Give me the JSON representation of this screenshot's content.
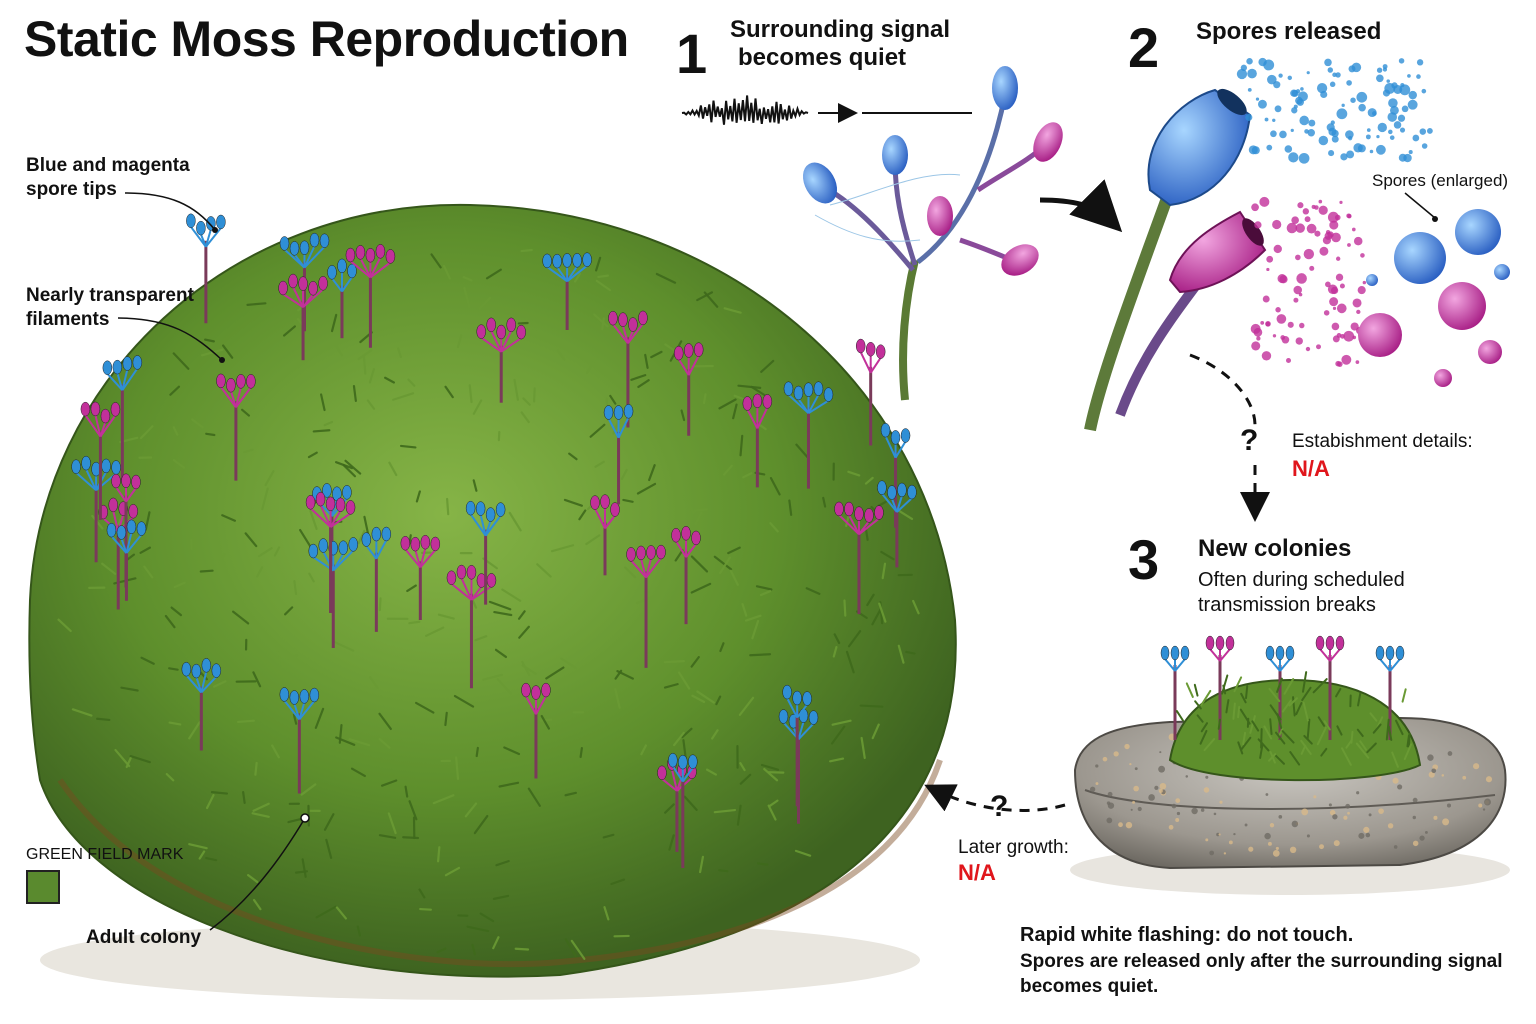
{
  "title": "Static Moss Reproduction",
  "steps": [
    {
      "number": "1",
      "heading_line1": "Surrounding signal",
      "heading_line2": "becomes quiet"
    },
    {
      "number": "2",
      "heading": "Spores released"
    },
    {
      "number": "3",
      "heading": "New colonies",
      "detail_line1": "Often during scheduled",
      "detail_line2": "transmission breaks"
    }
  ],
  "labels": {
    "spore_tips_line1": "Blue and magenta",
    "spore_tips_line2": "spore tips",
    "filaments_line1": "Nearly transparent",
    "filaments_line2": "filaments",
    "adult_colony": "Adult colony",
    "spores_enlarged": "Spores (enlarged)",
    "establishment": "Estabishment details:",
    "establishment_value": "N/A",
    "later_growth": "Later growth:",
    "later_growth_value": "N/A",
    "question_mark": "?"
  },
  "legend": {
    "label": "GREEN FIELD MARK",
    "color": "#5a8a2e"
  },
  "warning": {
    "line1": "Rapid white flashing: do not touch.",
    "line2": "Spores are released only after the surrounding signal",
    "line3": "becomes quiet."
  },
  "colors": {
    "moss_green": "#6a9a34",
    "moss_dark": "#3f6a1c",
    "spore_blue": "#2f8fd6",
    "spore_magenta": "#c2309a",
    "na_red": "#e0161c"
  },
  "icons": [
    "signal-wave-icon",
    "flat-line-icon",
    "arrow-icon",
    "rock-icon"
  ]
}
